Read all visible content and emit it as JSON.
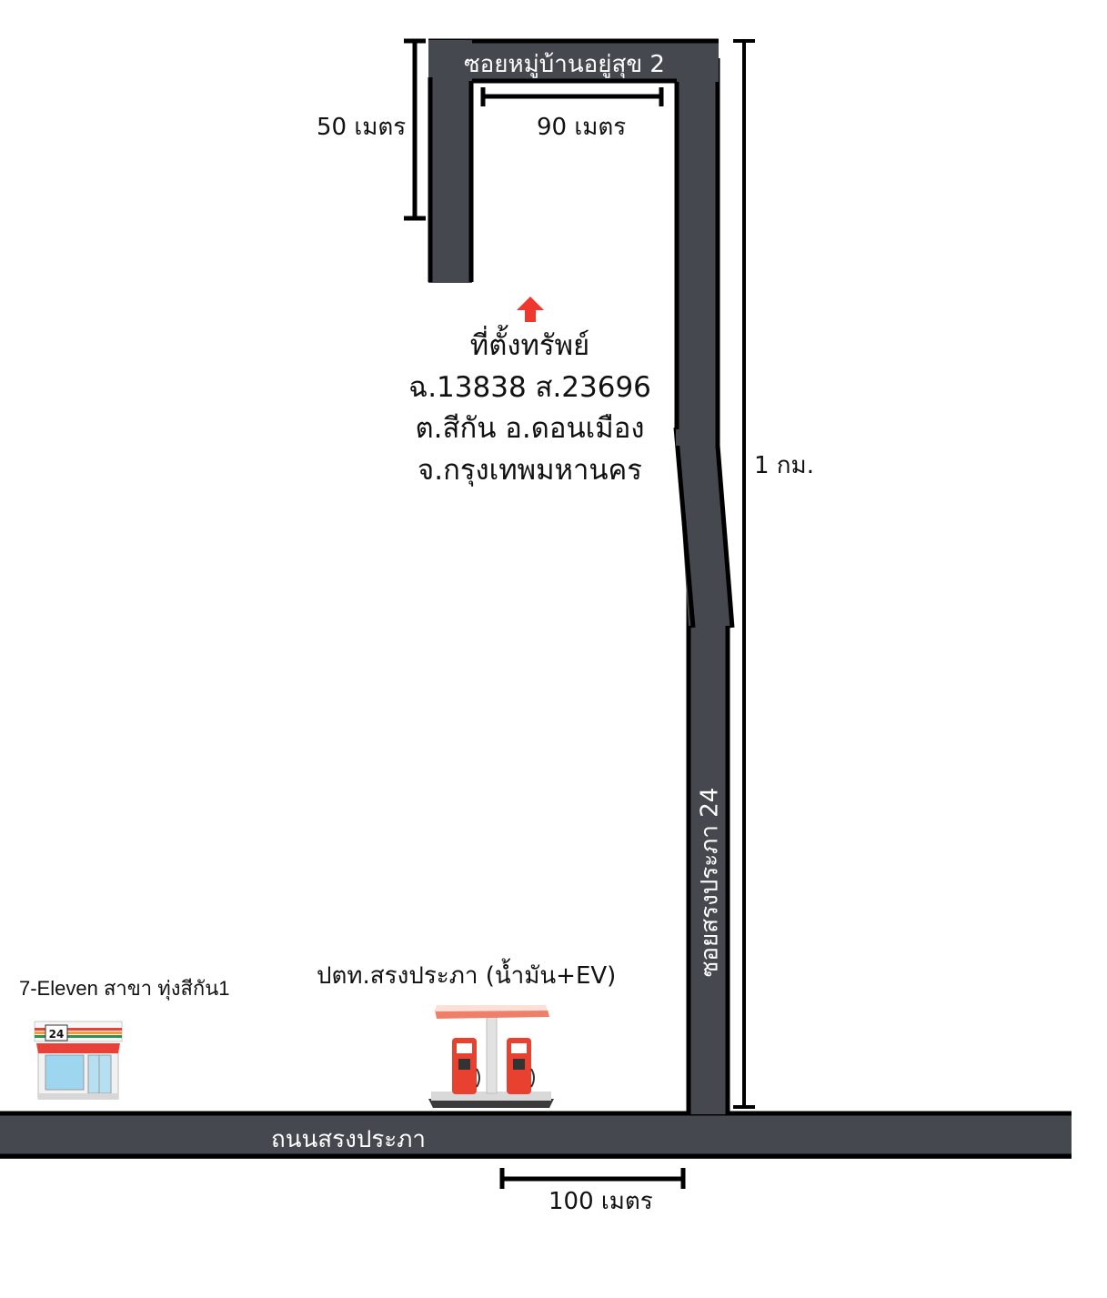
{
  "roads": {
    "main_road": "ถนนสรงประภา",
    "soi_vertical": "ซอยสรงประภา 24",
    "soi_top": "ซอยหมู่บ้านอยู่สุข 2"
  },
  "distances": {
    "d50": "50 เมตร",
    "d90": "90 เมตร",
    "d1km": "1 กม.",
    "d100": "100 เมตร"
  },
  "property": {
    "title": "ที่ตั้งทรัพย์",
    "deed": "ฉ.13838 ส.23696",
    "district": "ต.สีกัน อ.ดอนเมือง",
    "province": "จ.กรุงเทพมหานคร"
  },
  "landmarks": {
    "store": "7-Eleven สาขา ทุ่งสีกัน1",
    "store_sign": "24",
    "gas_station": "ปตท.สรงประภา (น้ำมัน+EV)"
  },
  "colors": {
    "road": "#45484e",
    "marker": "#f0372e",
    "pump": "#e8412f"
  }
}
